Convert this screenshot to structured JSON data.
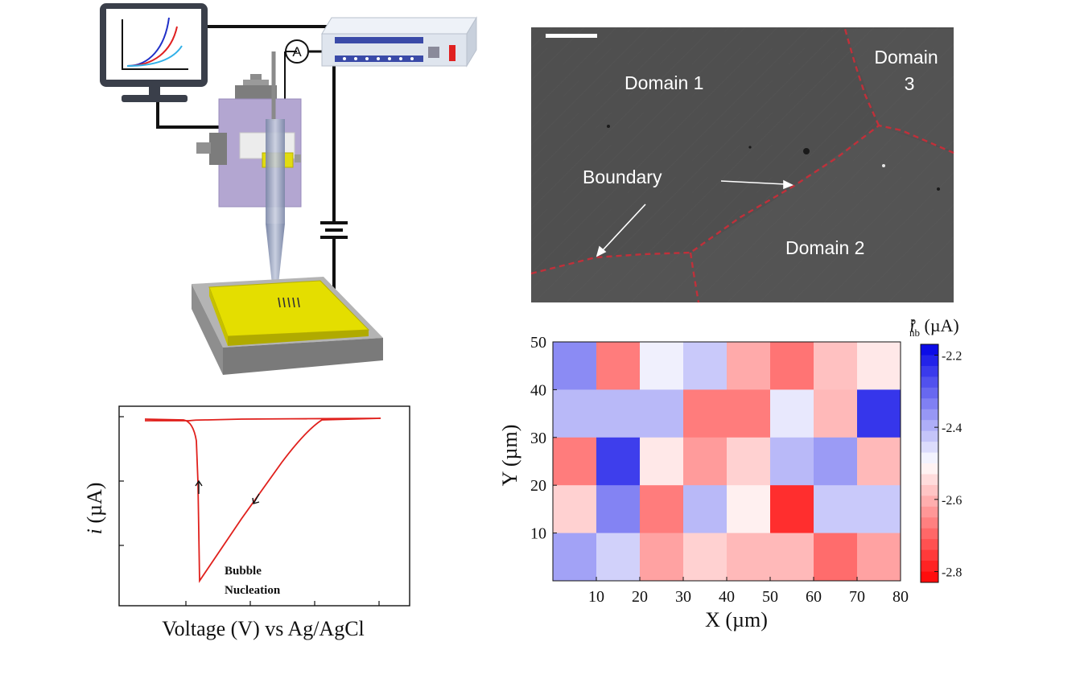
{
  "setup": {
    "ammeter_label": "A"
  },
  "micrograph": {
    "labels": {
      "domain1": "Domain 1",
      "domain2": "Domain 2",
      "domain3_line1": "Domain",
      "domain3_line2": "3",
      "boundary": "Boundary"
    },
    "colors": {
      "background": "#4f4f4f",
      "boundary": "#c0303a",
      "text": "#ffffff"
    }
  },
  "cv_plot": {
    "ylabel_italic": "i",
    "ylabel_rest": " (µA)",
    "xlabel": "Voltage (V) vs Ag/AgCl",
    "annotation_line1": "Bubble",
    "annotation_line2": "Nucleation",
    "color": "#e0201c"
  },
  "chart_data": [
    {
      "type": "heatmap",
      "xlabel": "X (µm)",
      "ylabel": "Y (µm)",
      "x_ticks": [
        10,
        20,
        30,
        40,
        50,
        60,
        70,
        80
      ],
      "y_ticks": [
        10,
        20,
        30,
        40,
        50
      ],
      "xlim": [
        0,
        80
      ],
      "ylim": [
        0,
        50
      ],
      "cell_size": 10,
      "rows_top_to_bottom": [
        [
          -2.35,
          -2.67,
          -2.48,
          -2.43,
          -2.61,
          -2.68,
          -2.58,
          -2.53
        ],
        [
          -2.41,
          -2.41,
          -2.41,
          -2.67,
          -2.67,
          -2.47,
          -2.59,
          -2.24
        ],
        [
          -2.67,
          -2.25,
          -2.53,
          -2.63,
          -2.56,
          -2.41,
          -2.37,
          -2.59
        ],
        [
          -2.56,
          -2.34,
          -2.67,
          -2.41,
          -2.52,
          -2.77,
          -2.43,
          -2.43
        ],
        [
          -2.38,
          -2.44,
          -2.62,
          -2.56,
          -2.59,
          -2.59,
          -2.69,
          -2.62
        ]
      ],
      "colorbar": {
        "label_main": "i",
        "label_sup": "p",
        "label_sub": "nb",
        "label_unit": " (µA)",
        "ticks": [
          -2.2,
          -2.4,
          -2.6,
          -2.8
        ],
        "range": [
          -2.83,
          -2.17
        ],
        "colors": {
          "low": "#ff0000",
          "mid": "#ffffff",
          "high": "#0000e6"
        }
      }
    }
  ]
}
